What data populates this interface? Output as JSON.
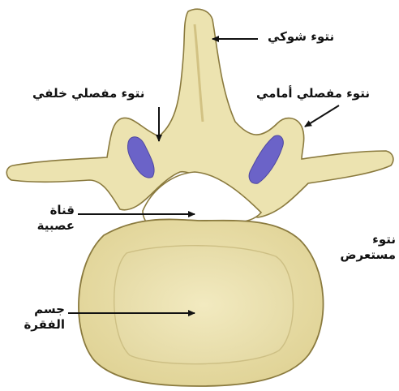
{
  "labels": {
    "spinous": "نتوء شوكي",
    "inferior_articular": "نتوء مفصلي خلفي",
    "superior_articular": "نتوء مفصلي أمامي",
    "canal_line1": "قناة",
    "canal_line2": "عصبية",
    "transverse_line1": "نتوء",
    "transverse_line2": "مستعرض",
    "body_line1": "جسم",
    "body_line2": "الفقرة"
  },
  "colors": {
    "bone": "#ece3b0",
    "bone_shadow": "#d6c98a",
    "outline": "#8a7a3e",
    "cartilage": "#6b63c8",
    "background": "#ffffff",
    "arrow": "#111111"
  }
}
